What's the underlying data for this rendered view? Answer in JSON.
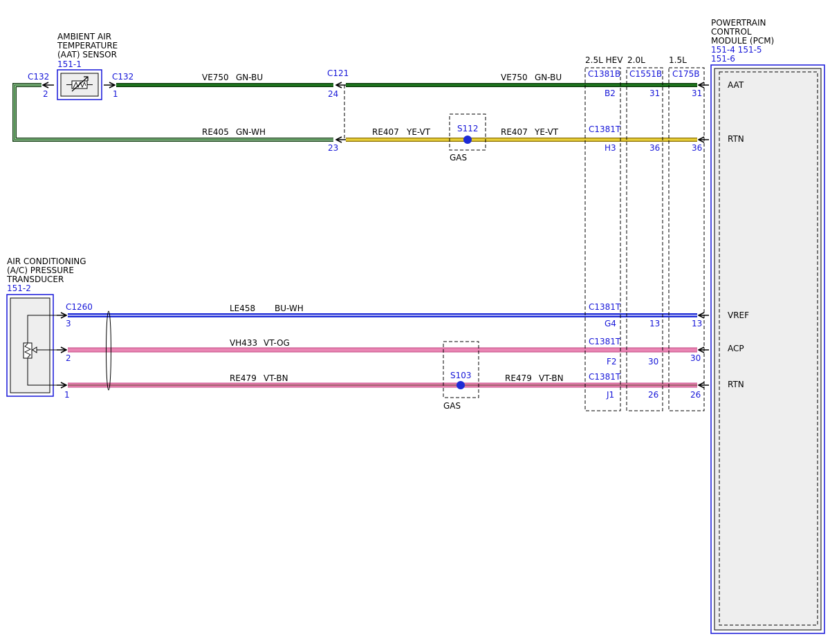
{
  "colors": {
    "green": "#1f7a1f",
    "dark_green": "#0d3d0d",
    "yellow": "#e8cf3a",
    "blue": "#1d2bd6",
    "pink": "#e985b3",
    "component_blue": "#1515d8",
    "module_fill": "#eeeeee"
  },
  "aat_sensor": {
    "title_lines": [
      "AMBIENT AIR",
      "TEMPERATURE",
      "(AAT) SENSOR"
    ],
    "ref": "151-1",
    "conn_left": "C132",
    "conn_right": "C132",
    "pin_left": "2",
    "pin_right": "1"
  },
  "ac_transducer": {
    "title_lines": [
      "AIR CONDITIONING",
      "(A/C) PRESSURE",
      "TRANSDUCER"
    ],
    "ref": "151-2",
    "conn": "C1260",
    "pins": [
      "3",
      "2",
      "1"
    ]
  },
  "pcm": {
    "title_lines": [
      "POWERTRAIN",
      "CONTROL",
      "MODULE (PCM)"
    ],
    "refs": [
      "151-4 151-5",
      "151-6"
    ],
    "signals": [
      "AAT",
      "RTN",
      "VREF",
      "ACP",
      "RTN"
    ]
  },
  "c121": {
    "conn": "C121",
    "pin_top": "24",
    "pin_bottom": "23"
  },
  "splices": [
    {
      "id": "S112",
      "label": "GAS"
    },
    {
      "id": "S103",
      "label": "GAS"
    }
  ],
  "engines": [
    {
      "label": "2.5L HEV",
      "conn": "C1381B",
      "conn_lower": "C1381T",
      "pins": [
        "B2",
        "H3",
        "G4",
        "F2",
        "J1"
      ]
    },
    {
      "label": "2.0L",
      "conn": "C1551B",
      "pins": [
        "31",
        "36",
        "13",
        "30",
        "26"
      ]
    },
    {
      "label": "1.5L",
      "conn": "C175B",
      "pins": [
        "31",
        "36",
        "13",
        "30",
        "26"
      ]
    }
  ],
  "wires": {
    "w1_left": {
      "circuit": "VE750",
      "color": "GN-BU"
    },
    "w1_right": {
      "circuit": "VE750",
      "color": "GN-BU"
    },
    "w2_left": {
      "circuit": "RE405",
      "color": "GN-WH"
    },
    "w2_mid": {
      "circuit": "RE407",
      "color": "YE-VT"
    },
    "w2_right": {
      "circuit": "RE407",
      "color": "YE-VT"
    },
    "w3": {
      "circuit": "LE458",
      "color": "BU-WH"
    },
    "w4": {
      "circuit": "VH433",
      "color": "VT-OG"
    },
    "w5_left": {
      "circuit": "RE479",
      "color": "VT-BN"
    },
    "w5_right": {
      "circuit": "RE479",
      "color": "VT-BN"
    }
  }
}
